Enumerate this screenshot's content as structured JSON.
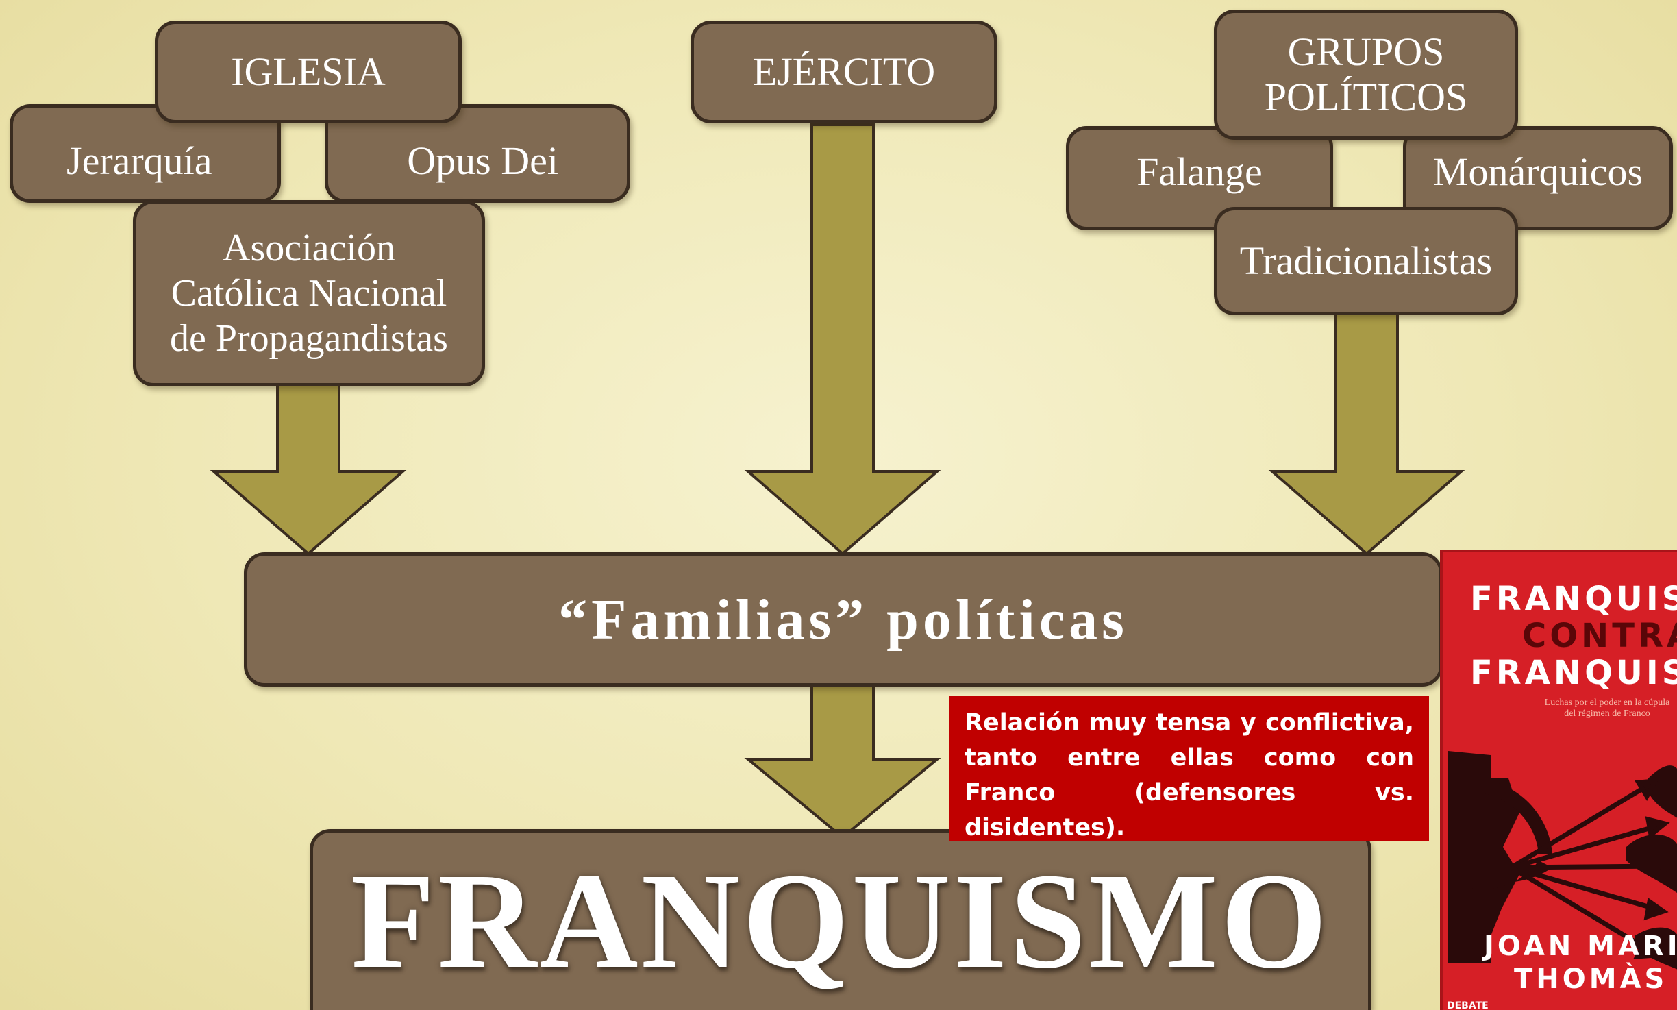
{
  "diagram": {
    "iglesia": {
      "title": "IGLESIA",
      "jerarquia": "Jerarquía",
      "opus_dei": "Opus Dei",
      "acnp": [
        "Asociación",
        "Católica Nacional",
        "de Propagandistas"
      ]
    },
    "ejercito": {
      "title": "EJÉRCITO"
    },
    "grupos": {
      "title": [
        "GRUPOS",
        "POLÍTICOS"
      ],
      "falange": "Falange",
      "monarquicos": "Monárquicos",
      "tradicionalistas": "Tradicionalistas"
    },
    "familias": "“Familias” políticas",
    "franquismo": "FRANQUISMO"
  },
  "note": {
    "text": "Relación muy tensa y conflictiva, tanto entre ellas como con Franco (defensores vs. disidentes)."
  },
  "book": {
    "title_lines": [
      "FRANQUISTAS",
      "CONTRA",
      "FRANQUISTAS"
    ],
    "subtitle": "Luchas por el poder en la cúpula del régimen de Franco",
    "author_lines": [
      "JOAN MARIA",
      "THOMÀS"
    ],
    "publisher": "DEBATE"
  },
  "colors": {
    "background": "#f2ecc0",
    "box_fill": "#806a52",
    "box_border": "#3a2c20",
    "arrow_fill": "#a89a46",
    "note_fill": "#c00000",
    "book_fill": "#d61f26"
  }
}
